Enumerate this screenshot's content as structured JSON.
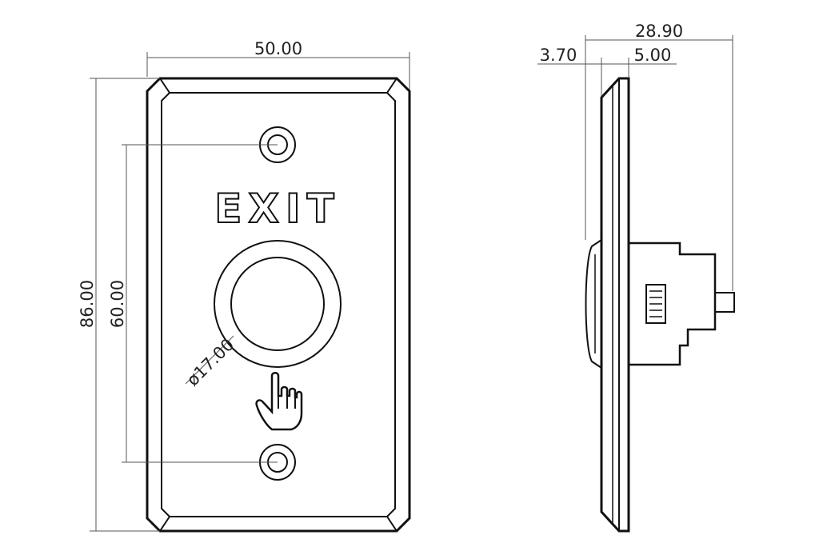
{
  "front_view": {
    "label": "EXIT",
    "dimensions": {
      "width": "50.00",
      "height": "86.00",
      "hole_spacing": "60.00",
      "button_diameter": "ø17.00"
    }
  },
  "side_view": {
    "dimensions": {
      "overall_depth": "28.90",
      "plate_thickness": "3.70",
      "plate_to_body": "5.00"
    }
  },
  "icons": [
    "hand-pointer-icon"
  ]
}
